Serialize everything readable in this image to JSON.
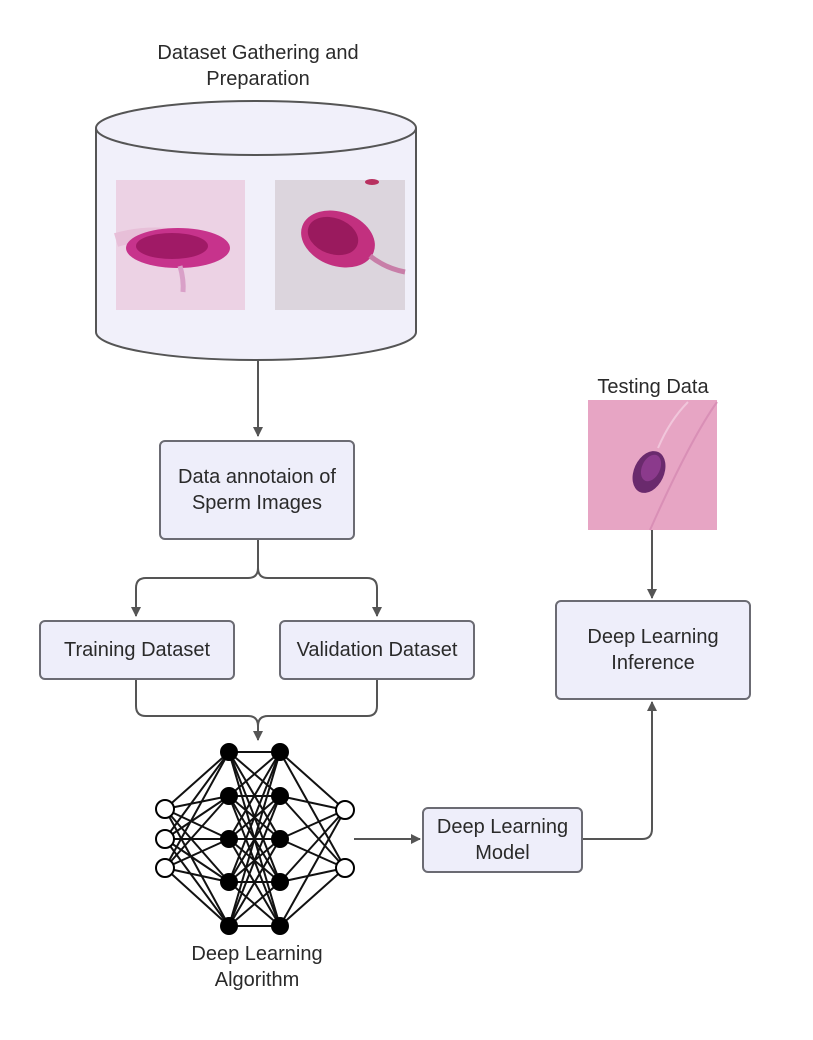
{
  "diagram": {
    "dataset_title": "Dataset Gathering and Preparation",
    "testing_title": "Testing Data",
    "annotation_box": "Data annotaion of Sperm Images",
    "training_box": "Training Dataset",
    "validation_box": "Validation Dataset",
    "algorithm_label": "Deep Learning Algorithm",
    "model_box": "Deep Learning Model",
    "inference_box": "Deep Learning Inference"
  },
  "colors": {
    "box_fill": "#eeeefa",
    "box_border": "#6b6b73",
    "connector": "#555555",
    "cylinder_fill": "#f1f0fa"
  },
  "icons": {
    "sperm_image_1": "sperm-micrograph-icon",
    "sperm_image_2": "sperm-micrograph-icon",
    "testing_image": "sperm-micrograph-icon",
    "network": "neural-network-icon"
  }
}
